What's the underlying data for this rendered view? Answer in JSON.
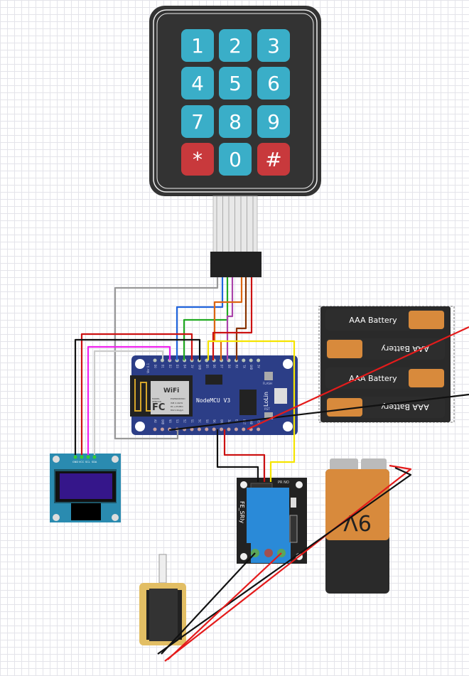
{
  "keypad": {
    "keys": [
      {
        "label": "1",
        "color": "#3aaec8"
      },
      {
        "label": "2",
        "color": "#3aaec8"
      },
      {
        "label": "3",
        "color": "#3aaec8"
      },
      {
        "label": "4",
        "color": "#3aaec8"
      },
      {
        "label": "5",
        "color": "#3aaec8"
      },
      {
        "label": "6",
        "color": "#3aaec8"
      },
      {
        "label": "7",
        "color": "#3aaec8"
      },
      {
        "label": "8",
        "color": "#3aaec8"
      },
      {
        "label": "9",
        "color": "#3aaec8"
      },
      {
        "label": "*",
        "color": "#c8393c"
      },
      {
        "label": "0",
        "color": "#3aaec8"
      },
      {
        "label": "#",
        "color": "#c8393c"
      }
    ]
  },
  "nodemcu": {
    "title": "NodeMCU V3",
    "brand": "LoLin",
    "flash": "FLASH",
    "rst": "RST",
    "version": "Ver 0.1",
    "wifi": "WiFi",
    "fc": "FC",
    "module_text": [
      "MODEL",
      "VENDOR",
      "ESP8266MOD",
      "ISM 2.4GHz",
      "PA +25dBm",
      "802.11b/g/n"
    ],
    "top_pins": [
      "D0",
      "D1",
      "D2",
      "D3",
      "D4",
      "3V",
      "GND",
      "D5",
      "D6",
      "D7",
      "D8",
      "RX",
      "TX",
      "GND",
      "3V"
    ],
    "bottom_pins": [
      "A0",
      "GND",
      "VU",
      "S3",
      "S2",
      "S1",
      "SC",
      "S0",
      "SK",
      "GND",
      "3V",
      "EN",
      "RST",
      "GND",
      "VIN"
    ]
  },
  "oled": {
    "pins": [
      "GND",
      "VCC",
      "SCL",
      "SDA"
    ]
  },
  "relay": {
    "label": "FE_SRly",
    "led_label": "PR NO"
  },
  "battery_pack": {
    "batteries": [
      "AAA Battery",
      "AAA Battery",
      "AAA Battery",
      "AAA Battery"
    ]
  },
  "battery_9v": {
    "label": "9V"
  },
  "colors": {
    "board": "#2c3e87",
    "relay": "#2a8ad8",
    "wire_red": "#e41b1b",
    "wire_black": "#111111",
    "wire_yellow": "#f5e400"
  }
}
